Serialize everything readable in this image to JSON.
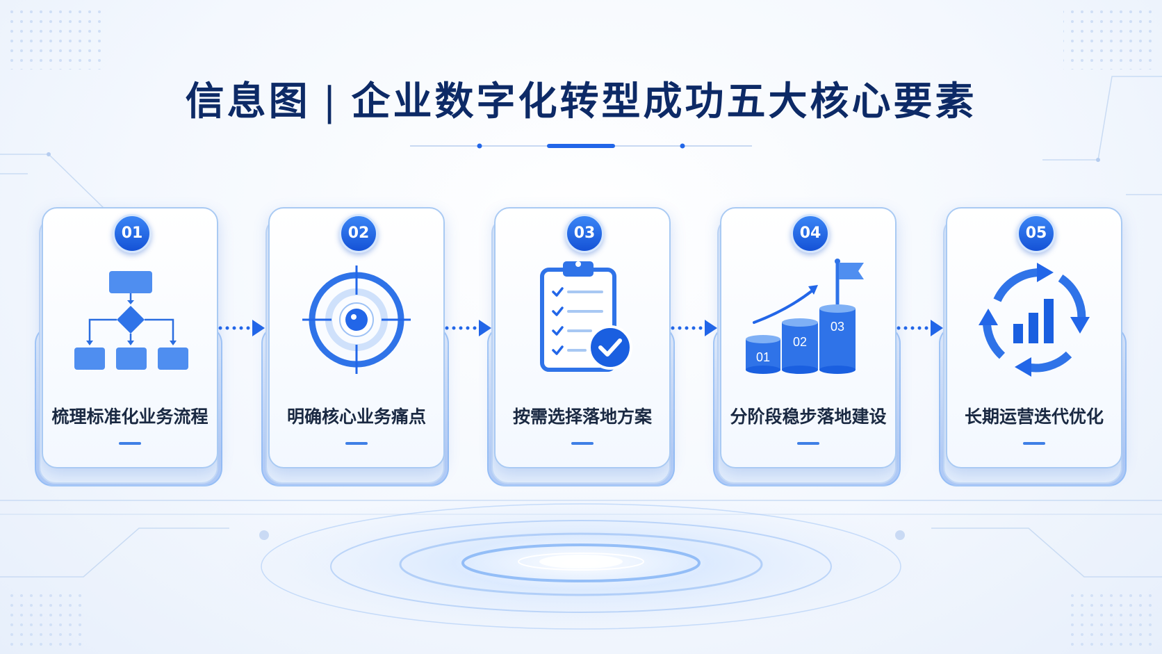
{
  "title": {
    "main": "信息图",
    "separator": "|",
    "sub": "企业数字化转型成功五大核心要素"
  },
  "colors": {
    "title": "#0d2a66",
    "accent": "#2266e8",
    "badge": "#1a5fe0",
    "label": "#1a2942"
  },
  "steps": [
    {
      "number": "01",
      "label": "梳理标准化业务流程",
      "icon": "flowchart-icon"
    },
    {
      "number": "02",
      "label": "明确核心业务痛点",
      "icon": "target-icon"
    },
    {
      "number": "03",
      "label": "按需选择落地方案",
      "icon": "clipboard-check-icon"
    },
    {
      "number": "04",
      "label": "分阶段稳步落地建设",
      "icon": "growth-steps-flag-icon",
      "icon_bars": [
        "01",
        "02",
        "03"
      ]
    },
    {
      "number": "05",
      "label": "长期运营迭代优化",
      "icon": "cycle-chart-icon"
    }
  ]
}
